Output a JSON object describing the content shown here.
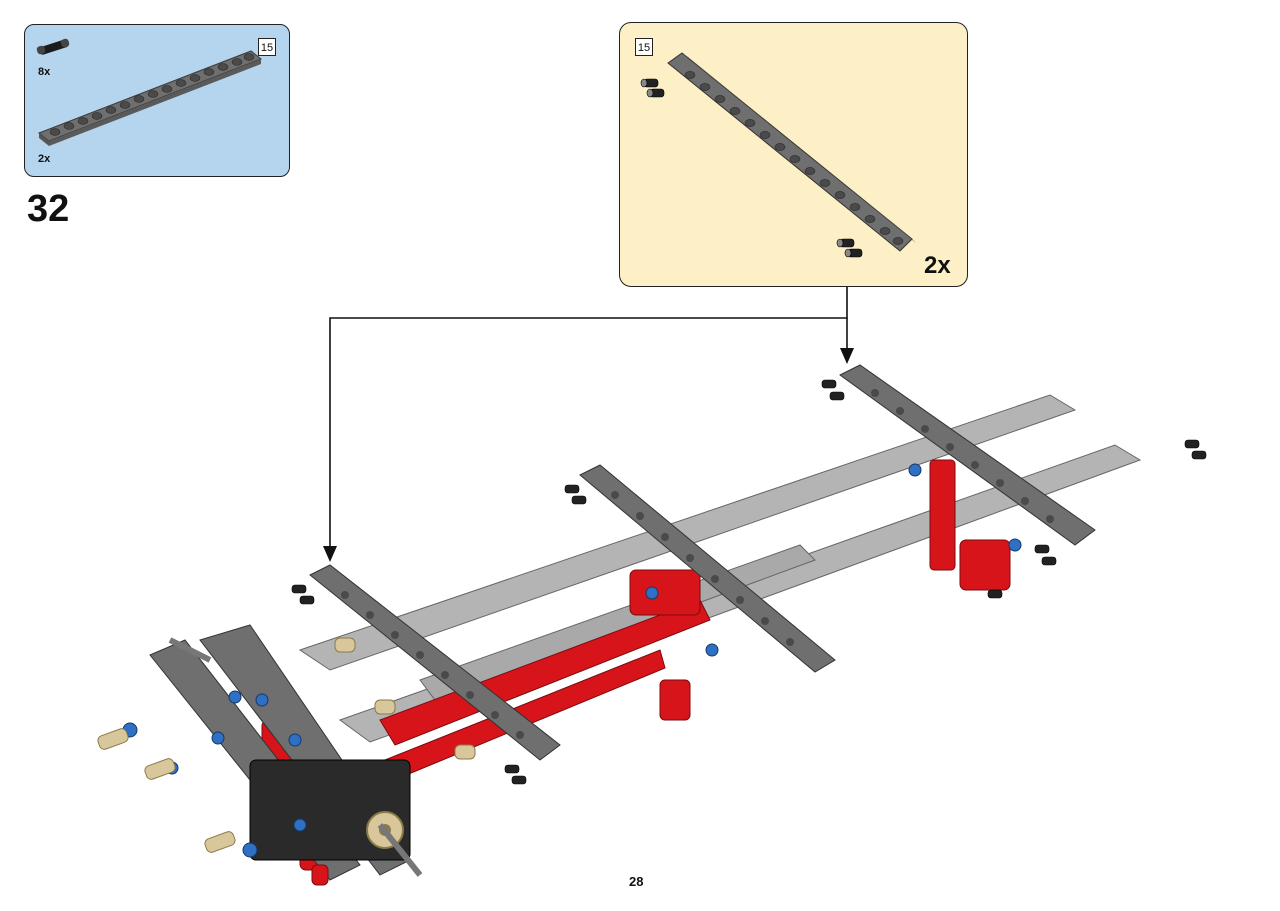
{
  "parts_list": {
    "items": [
      {
        "name": "pin-connector",
        "quantity": "8x"
      },
      {
        "name": "beam-15",
        "quantity": "2x",
        "length": "15"
      }
    ]
  },
  "step": {
    "number": "32"
  },
  "subassembly": {
    "quantity": "2x",
    "length": "15"
  },
  "page": {
    "number": "28"
  },
  "colors": {
    "parts_bg": "#b5d5ef",
    "subassembly_bg": "#fdf0c6",
    "dark_gray_beam": "#6f6f6f",
    "light_gray_beam": "#b4b4b4",
    "red_part": "#d8141b",
    "blue_pin": "#2f6fc4",
    "tan_pin": "#d8c79a"
  }
}
